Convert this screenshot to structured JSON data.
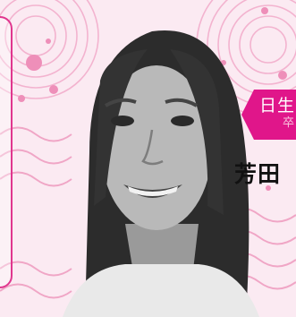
{
  "badge": {
    "line1": "日生",
    "line2": "卒",
    "color": "#e0168a"
  },
  "name": {
    "text": "芳田"
  },
  "palette": {
    "background": "#fbeaf2",
    "accent_pink": "#e0368e",
    "light_pink": "#f5b9d3"
  },
  "icons": {
    "portrait": "person-portrait-photo",
    "decoration": "pink-wave-circle-pattern"
  }
}
